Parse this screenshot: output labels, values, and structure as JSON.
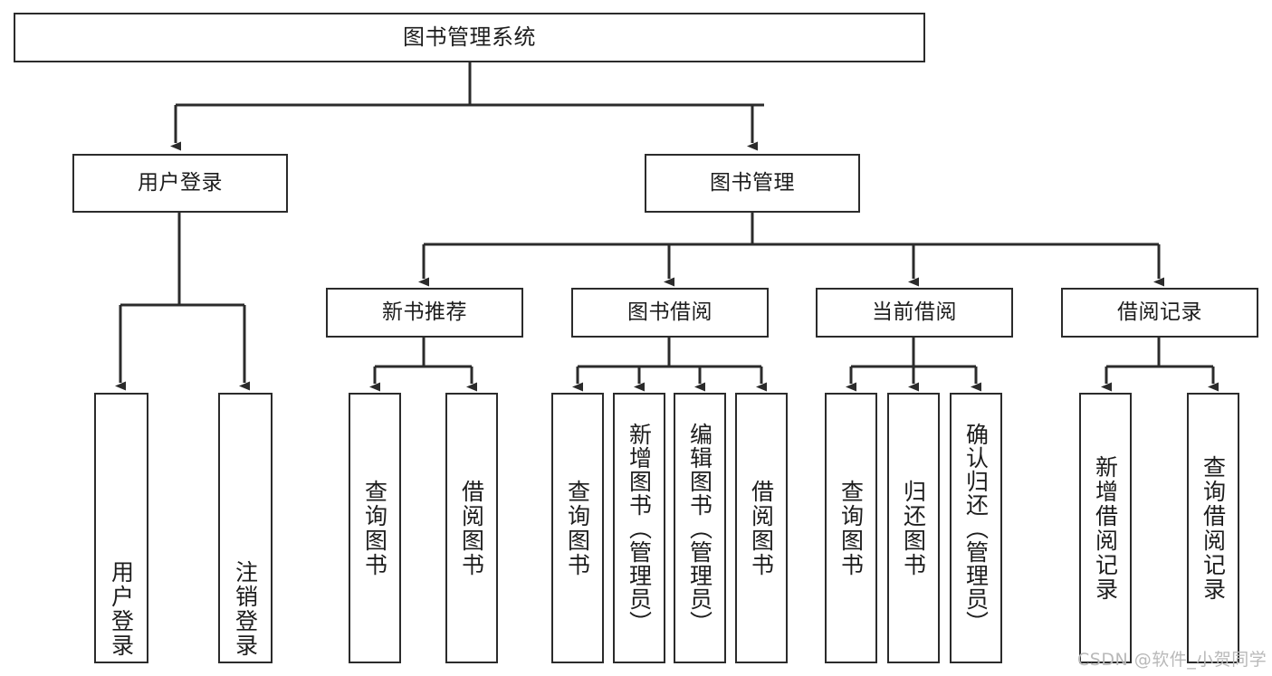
{
  "diagram": {
    "title": "图书管理系统",
    "type": "tree-hierarchy",
    "watermark": "CSDN @软件_小贺同学",
    "colors": {
      "box_border": "#2b2b2b",
      "box_fill": "#ffffff",
      "edge": "#2b2b2b",
      "text": "#1d1d1d",
      "watermark": "#b9b9b9"
    },
    "root": {
      "label": "图书管理系统"
    },
    "level1": [
      {
        "label": "用户登录"
      },
      {
        "label": "图书管理"
      }
    ],
    "level2": [
      {
        "label": "新书推荐"
      },
      {
        "label": "图书借阅"
      },
      {
        "label": "当前借阅"
      },
      {
        "label": "借阅记录"
      }
    ],
    "leaves": {
      "user_login": [
        {
          "label": "用户登录"
        },
        {
          "label": "注销登录"
        }
      ],
      "new_book_recommend": [
        {
          "label": "查询图书"
        },
        {
          "label": "借阅图书"
        }
      ],
      "book_borrow": [
        {
          "label": "查询图书"
        },
        {
          "label": "新增图书（管理员）"
        },
        {
          "label": "编辑图书（管理员）"
        },
        {
          "label": "借阅图书"
        }
      ],
      "current_borrow": [
        {
          "label": "查询图书"
        },
        {
          "label": "归还图书"
        },
        {
          "label": "确认归还（管理员）"
        }
      ],
      "borrow_record": [
        {
          "label": "新增借阅记录"
        },
        {
          "label": "查询借阅记录"
        }
      ]
    }
  }
}
